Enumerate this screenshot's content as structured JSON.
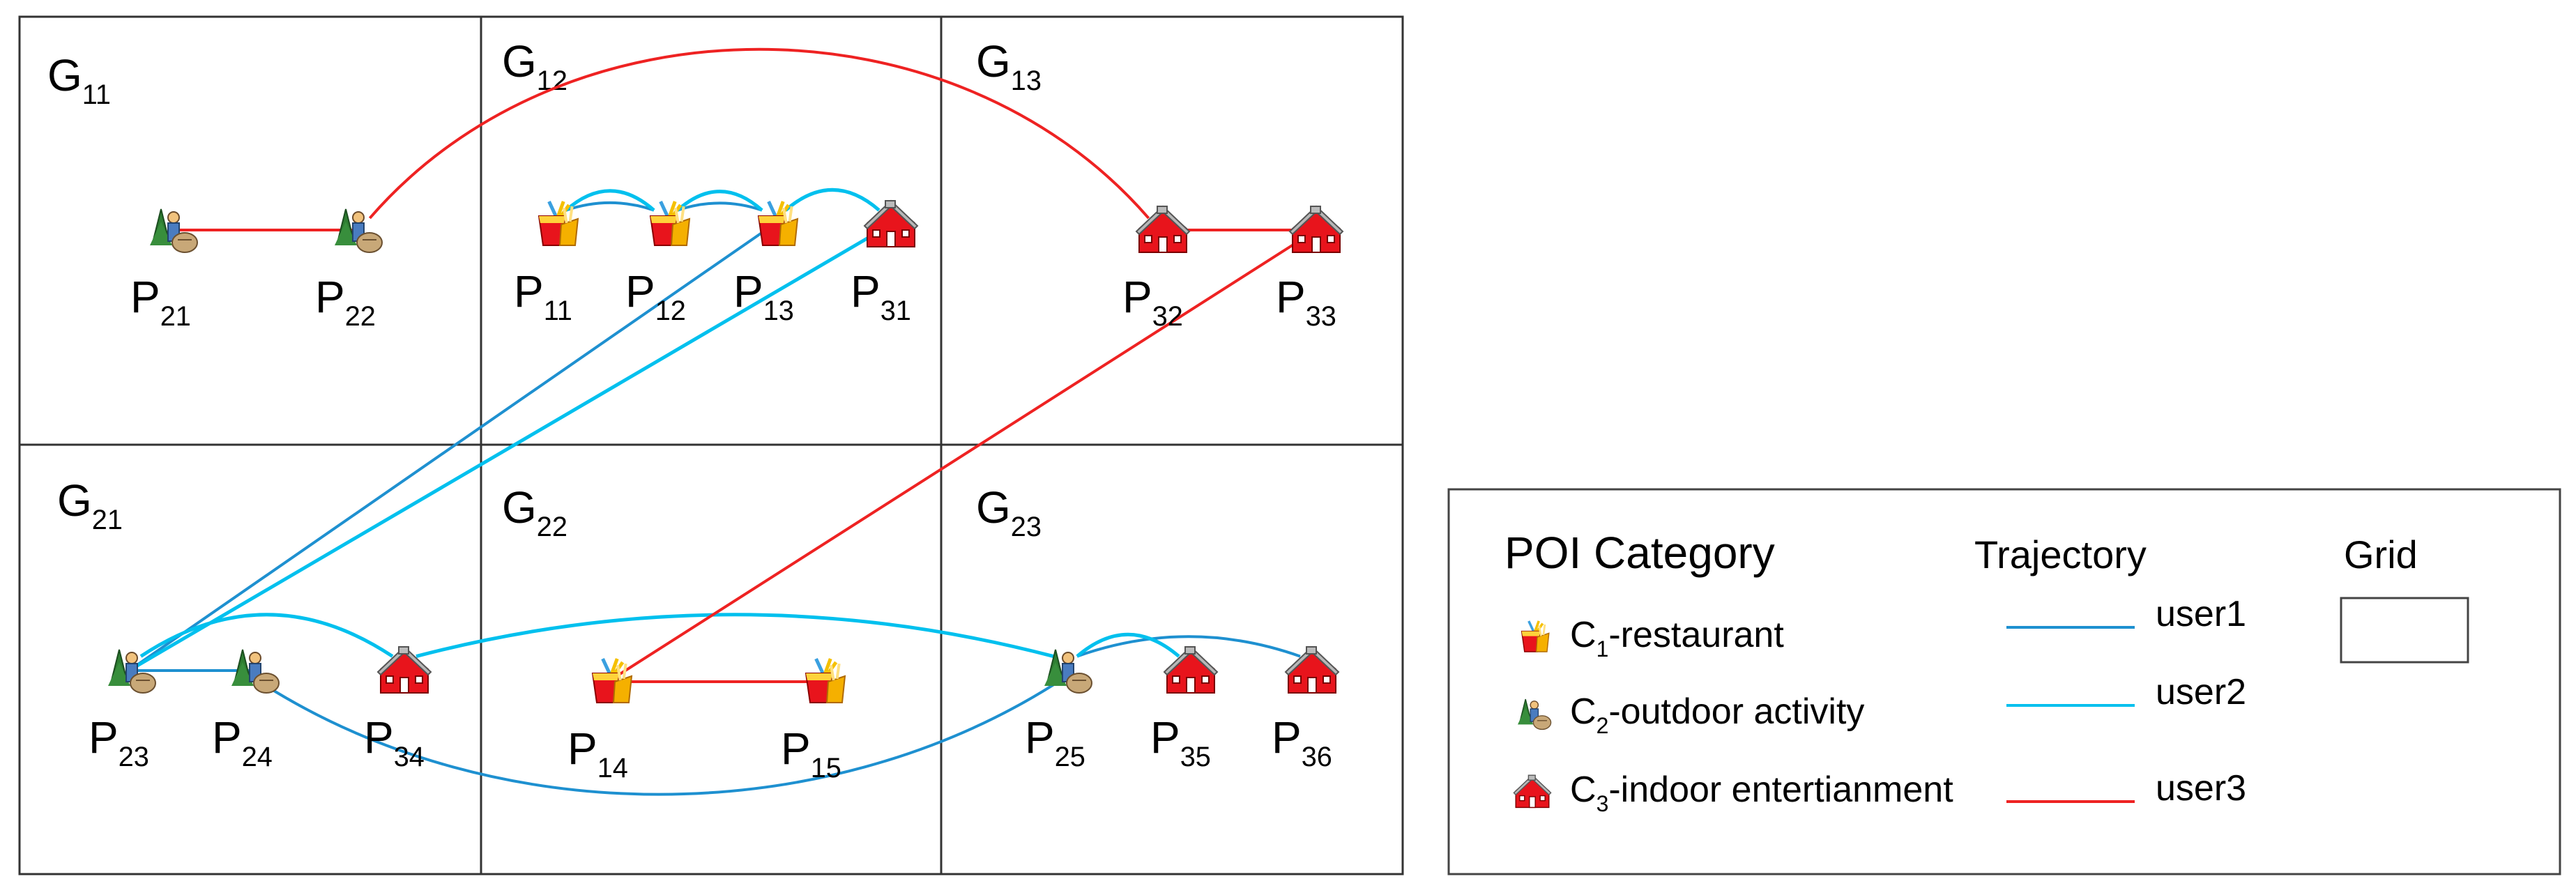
{
  "grid": {
    "rows": 2,
    "cols": 3,
    "cells": [
      {
        "id": "G11",
        "base": "G",
        "sub": "11"
      },
      {
        "id": "G12",
        "base": "G",
        "sub": "12"
      },
      {
        "id": "G13",
        "base": "G",
        "sub": "13"
      },
      {
        "id": "G21",
        "base": "G",
        "sub": "21"
      },
      {
        "id": "G22",
        "base": "G",
        "sub": "22"
      },
      {
        "id": "G23",
        "base": "G",
        "sub": "23"
      }
    ]
  },
  "pois": [
    {
      "id": "P21",
      "base": "P",
      "sub": "21",
      "category": "C2"
    },
    {
      "id": "P22",
      "base": "P",
      "sub": "22",
      "category": "C2"
    },
    {
      "id": "P11",
      "base": "P",
      "sub": "11",
      "category": "C1"
    },
    {
      "id": "P12",
      "base": "P",
      "sub": "12",
      "category": "C1"
    },
    {
      "id": "P13",
      "base": "P",
      "sub": "13",
      "category": "C1"
    },
    {
      "id": "P31",
      "base": "P",
      "sub": "31",
      "category": "C3"
    },
    {
      "id": "P32",
      "base": "P",
      "sub": "32",
      "category": "C3"
    },
    {
      "id": "P33",
      "base": "P",
      "sub": "33",
      "category": "C3"
    },
    {
      "id": "P23",
      "base": "P",
      "sub": "23",
      "category": "C2"
    },
    {
      "id": "P24",
      "base": "P",
      "sub": "24",
      "category": "C2"
    },
    {
      "id": "P34",
      "base": "P",
      "sub": "34",
      "category": "C3"
    },
    {
      "id": "P14",
      "base": "P",
      "sub": "14",
      "category": "C1"
    },
    {
      "id": "P15",
      "base": "P",
      "sub": "15",
      "category": "C1"
    },
    {
      "id": "P25",
      "base": "P",
      "sub": "25",
      "category": "C2"
    },
    {
      "id": "P35",
      "base": "P",
      "sub": "35",
      "category": "C3"
    },
    {
      "id": "P36",
      "base": "P",
      "sub": "36",
      "category": "C3"
    }
  ],
  "trajectories": [
    {
      "user": "user1",
      "color": "#1e90d0",
      "edges": [
        [
          "P11",
          "P12"
        ],
        [
          "P12",
          "P13"
        ],
        [
          "P13",
          "P23"
        ],
        [
          "P23",
          "P24"
        ],
        [
          "P24",
          "P25"
        ],
        [
          "P25",
          "P36"
        ]
      ]
    },
    {
      "user": "user2",
      "color": "#00c0ee",
      "edges": [
        [
          "P11",
          "P12"
        ],
        [
          "P12",
          "P13"
        ],
        [
          "P13",
          "P31"
        ],
        [
          "P31",
          "P23"
        ],
        [
          "P23",
          "P34"
        ],
        [
          "P34",
          "P25"
        ],
        [
          "P25",
          "P35"
        ]
      ]
    },
    {
      "user": "user3",
      "color": "#ee2222",
      "edges": [
        [
          "P21",
          "P22"
        ],
        [
          "P22",
          "P32"
        ],
        [
          "P32",
          "P33"
        ],
        [
          "P33",
          "P14"
        ],
        [
          "P14",
          "P15"
        ]
      ]
    }
  ],
  "legend": {
    "poi_title": "POI  Category",
    "trajectory_title": "Trajectory",
    "grid_title": "Grid",
    "categories": [
      {
        "id": "C1",
        "prefix": "C",
        "sub": "1",
        "text": "-restaurant"
      },
      {
        "id": "C2",
        "prefix": "C",
        "sub": "2",
        "text": "-outdoor activity"
      },
      {
        "id": "C3",
        "prefix": "C",
        "sub": "3",
        "text": "-indoor entertianment"
      }
    ],
    "users": [
      {
        "name": "user1",
        "color": "#1e90d0"
      },
      {
        "name": "user2",
        "color": "#00c0ee"
      },
      {
        "name": "user3",
        "color": "#ee2222"
      }
    ]
  }
}
